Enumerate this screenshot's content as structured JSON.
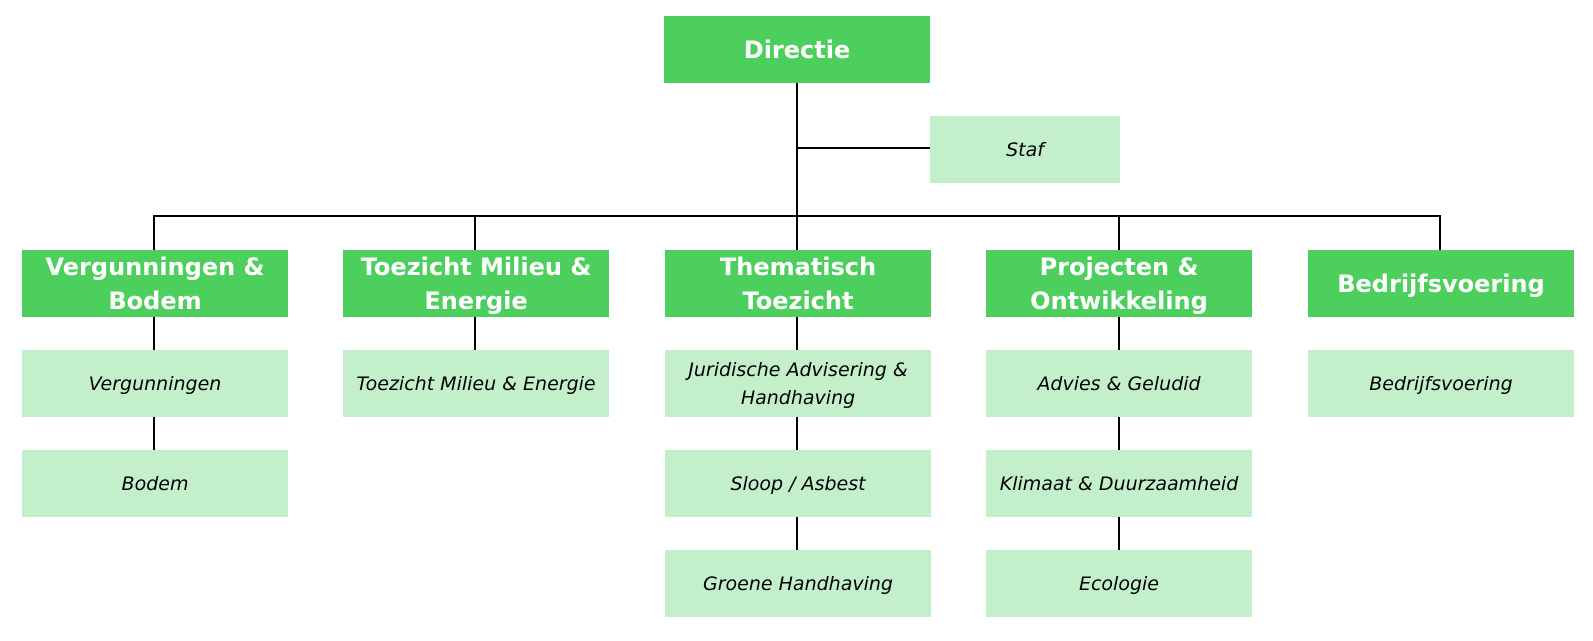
{
  "diagram": {
    "director": {
      "label": "Directie"
    },
    "staff": {
      "label": "Staf"
    },
    "departments": [
      {
        "label": "Vergunningen & Bodem",
        "units": [
          "Vergunningen",
          "Bodem"
        ]
      },
      {
        "label": "Toezicht Milieu & Energie",
        "units": [
          "Toezicht Milieu & Energie"
        ]
      },
      {
        "label": "Thematisch Toezicht",
        "units": [
          "Juridische Advisering & Handhaving",
          "Sloop / Asbest",
          "Groene Handhaving"
        ]
      },
      {
        "label": "Projecten & Ontwikkeling",
        "units": [
          "Advies & Geludid",
          "Klimaat & Duurzaamheid",
          "Ecologie"
        ]
      },
      {
        "label": "Bedrijfsvoering",
        "units": [
          "Bedrijfsvoering"
        ]
      }
    ],
    "colors": {
      "primary_box": "#4ccf5c",
      "secondary_box": "#c4efcb",
      "connector": "#000000"
    }
  }
}
